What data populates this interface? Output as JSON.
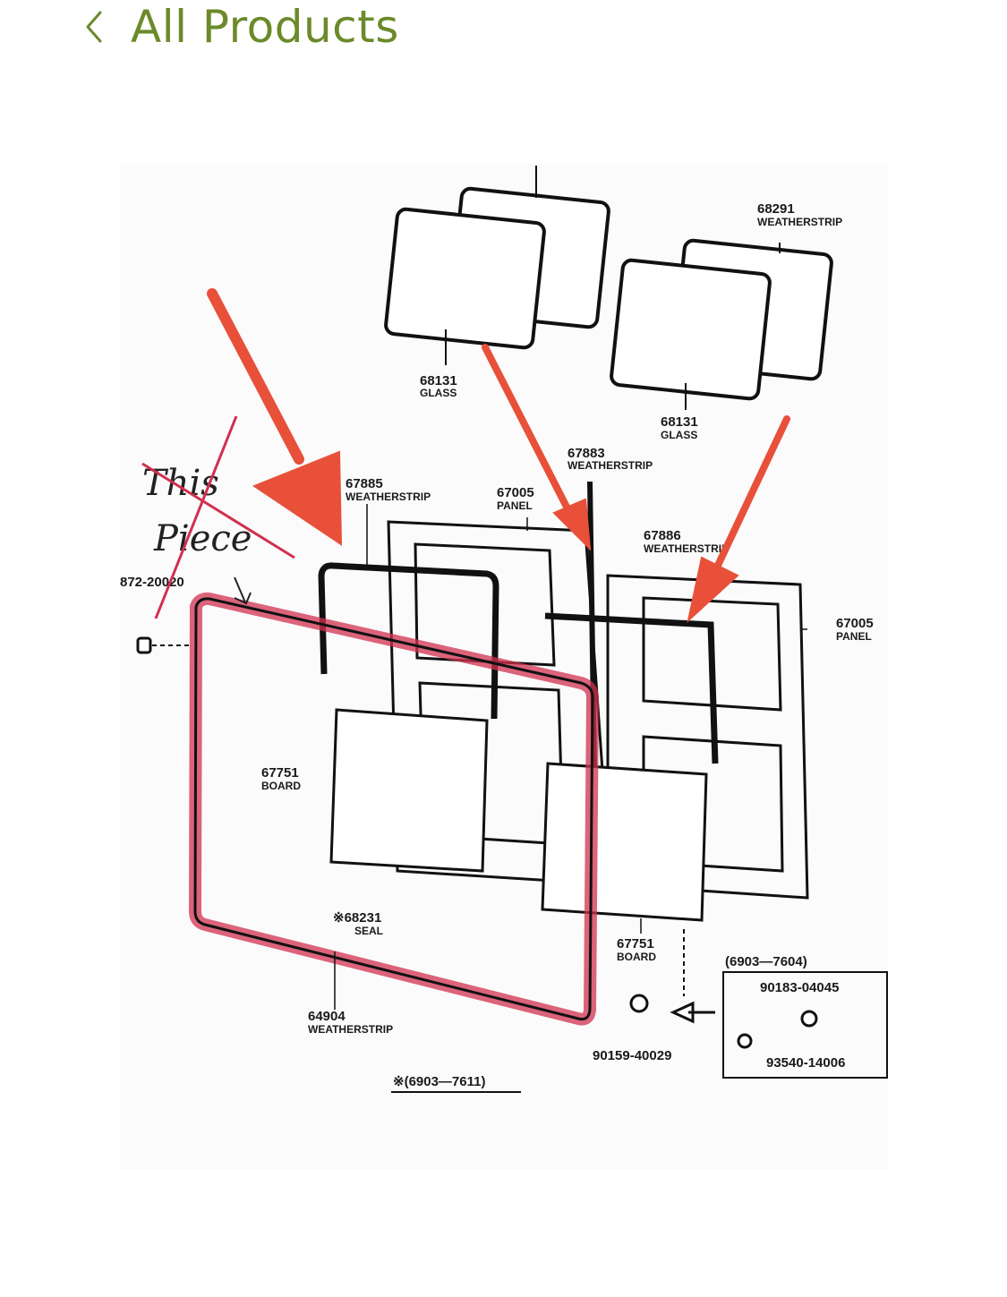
{
  "header": {
    "back_label": "All Products",
    "accent_color": "#6b8a2a",
    "back_icon": "chevron-left-icon"
  },
  "diagram": {
    "annotation_text_1": "This",
    "annotation_text_2": "Piece",
    "arrow_color": "#e8503a",
    "highlight_color": "#d0304f",
    "parts": [
      {
        "number": "68291",
        "name": "WEATHERSTRIP"
      },
      {
        "number": "68131",
        "name": "GLASS"
      },
      {
        "number": "68131",
        "name": "GLASS"
      },
      {
        "number": "67883",
        "name": "WEATHERSTRIP"
      },
      {
        "number": "67885",
        "name": "WEATHERSTRIP"
      },
      {
        "number": "67005",
        "name": "PANEL"
      },
      {
        "number": "67886",
        "name": "WEATHERSTRIP"
      },
      {
        "number": "67005",
        "name": "PANEL"
      },
      {
        "number": "872-20020",
        "name": ""
      },
      {
        "number": "67751",
        "name": "BOARD"
      },
      {
        "number": "※68231",
        "name": "SEAL"
      },
      {
        "number": "67751",
        "name": "BOARD"
      },
      {
        "number": "64904",
        "name": "WEATHERSTRIP"
      },
      {
        "number": "90159-40029",
        "name": ""
      }
    ],
    "inset": {
      "range": "(6903—7604)",
      "part_a": "90183-04045",
      "part_b": "93540-14006"
    },
    "footer_range": "※(6903—7611)"
  }
}
